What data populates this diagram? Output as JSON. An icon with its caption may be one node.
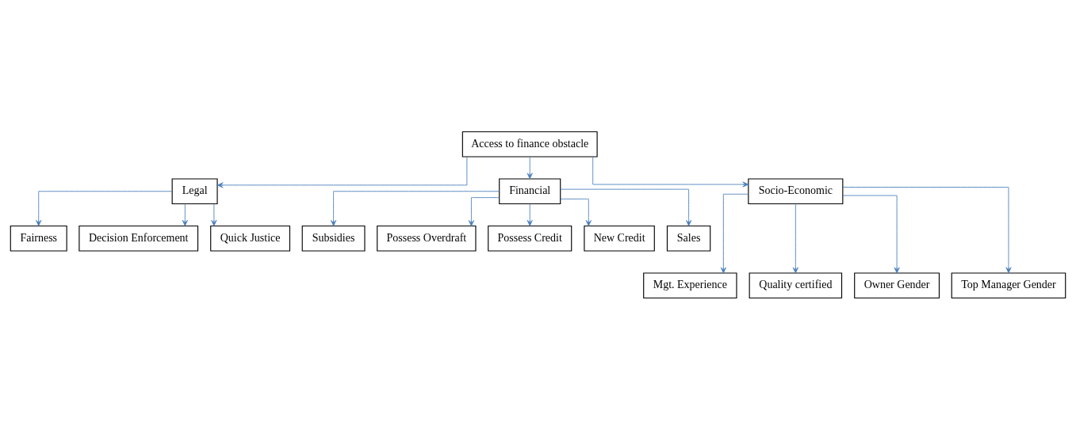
{
  "diagram": {
    "nodes": [
      {
        "text": [
          "Access to finance obstacle"
        ]
      },
      {
        "text": [
          "Legal"
        ]
      },
      {
        "text": [
          "Financial"
        ]
      },
      {
        "text": [
          "Socio-Economic"
        ]
      },
      {
        "text": [
          "Fairness"
        ]
      },
      {
        "text": [
          "Decision Enforcement"
        ]
      },
      {
        "text": [
          "Quick Justice"
        ]
      },
      {
        "text": [
          "Mgt. Experience"
        ]
      },
      {
        "text": [
          "Quality certified"
        ]
      },
      {
        "text": [
          "Owner Gender"
        ]
      },
      {
        "text": [
          "Top Manager Gender"
        ]
      },
      {
        "text": [
          "Subsidies"
        ]
      },
      {
        "text": [
          "Possess Overdraft"
        ]
      },
      {
        "text": [
          "Possess Credit"
        ]
      },
      {
        "text": [
          "New Credit"
        ]
      },
      {
        "text": [
          "Sales"
        ]
      }
    ],
    "edges": [
      {
        "from": 0,
        "to": 1,
        "arrow": "to"
      },
      {
        "from": 0,
        "to": 2,
        "arrow": "to"
      },
      {
        "from": 0,
        "to": 3,
        "arrow": "to"
      },
      {
        "from": 1,
        "to": 4,
        "arrow": "to"
      },
      {
        "from": 1,
        "to": 5,
        "arrow": "to"
      },
      {
        "from": 1,
        "to": 6,
        "arrow": "to"
      },
      {
        "from": 3,
        "to": 7,
        "arrow": "to"
      },
      {
        "from": 3,
        "to": 8,
        "arrow": "to"
      },
      {
        "from": 3,
        "to": 9,
        "arrow": "to"
      },
      {
        "from": 3,
        "to": 10,
        "arrow": "to"
      },
      {
        "from": 2,
        "to": 11,
        "arrow": "to"
      },
      {
        "from": 2,
        "to": 12,
        "arrow": "to"
      },
      {
        "from": 2,
        "to": 13,
        "arrow": "to"
      },
      {
        "from": 2,
        "to": 14,
        "arrow": "to"
      },
      {
        "from": 2,
        "to": 15,
        "arrow": "to"
      }
    ]
  }
}
